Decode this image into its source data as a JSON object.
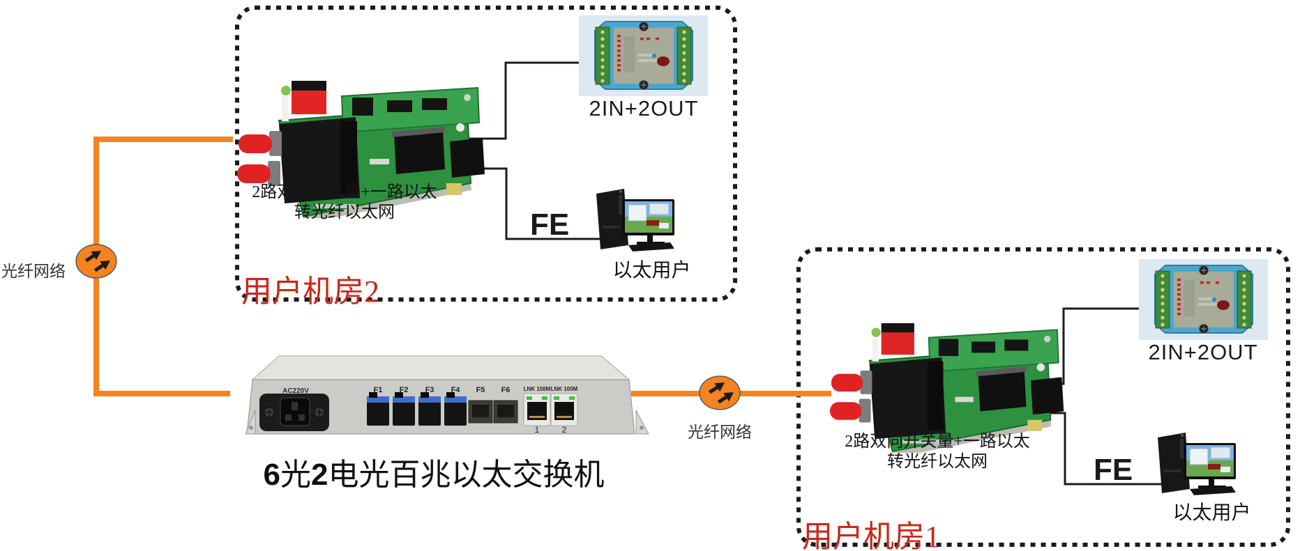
{
  "colors": {
    "fiber_orange": "#f5831f",
    "room_label_red": "#c8291c",
    "wire_black": "#1c1c1c",
    "pcb_green": "#2e9140",
    "module_blue": "#4fa6cd"
  },
  "icons": {
    "fiber_link": "dual-arrow-fiber-link-icon"
  },
  "fiber_network": {
    "left_label": "光纤网络",
    "right_label": "光纤网络"
  },
  "room2": {
    "title": "用户机房2",
    "converter_caption_line1": "2路双向开关量+一路以太",
    "converter_caption_line2": "转光纤以太网",
    "io_module_label": "2IN+2OUT",
    "fe_label": "FE",
    "user_label": "以太用户"
  },
  "room1": {
    "title": "用户机房1",
    "converter_caption_line1": "2路双向开关量+一路以太",
    "converter_caption_line2": "转光纤以太网",
    "io_module_label": "2IN+2OUT",
    "fe_label": "FE",
    "user_label": "以太用户"
  },
  "switch": {
    "title_num1": "6",
    "title_word1": "光",
    "title_num2": "2",
    "title_rest": "电光百兆以太交换机",
    "power_label": "AC220V",
    "fiber_port_labels": [
      "F1",
      "F2",
      "F3",
      "F4",
      "F5",
      "F6"
    ],
    "eth_led_labels": [
      "LNK 100M",
      "LNK 100M"
    ],
    "eth_port_numbers": [
      "1",
      "2"
    ]
  }
}
